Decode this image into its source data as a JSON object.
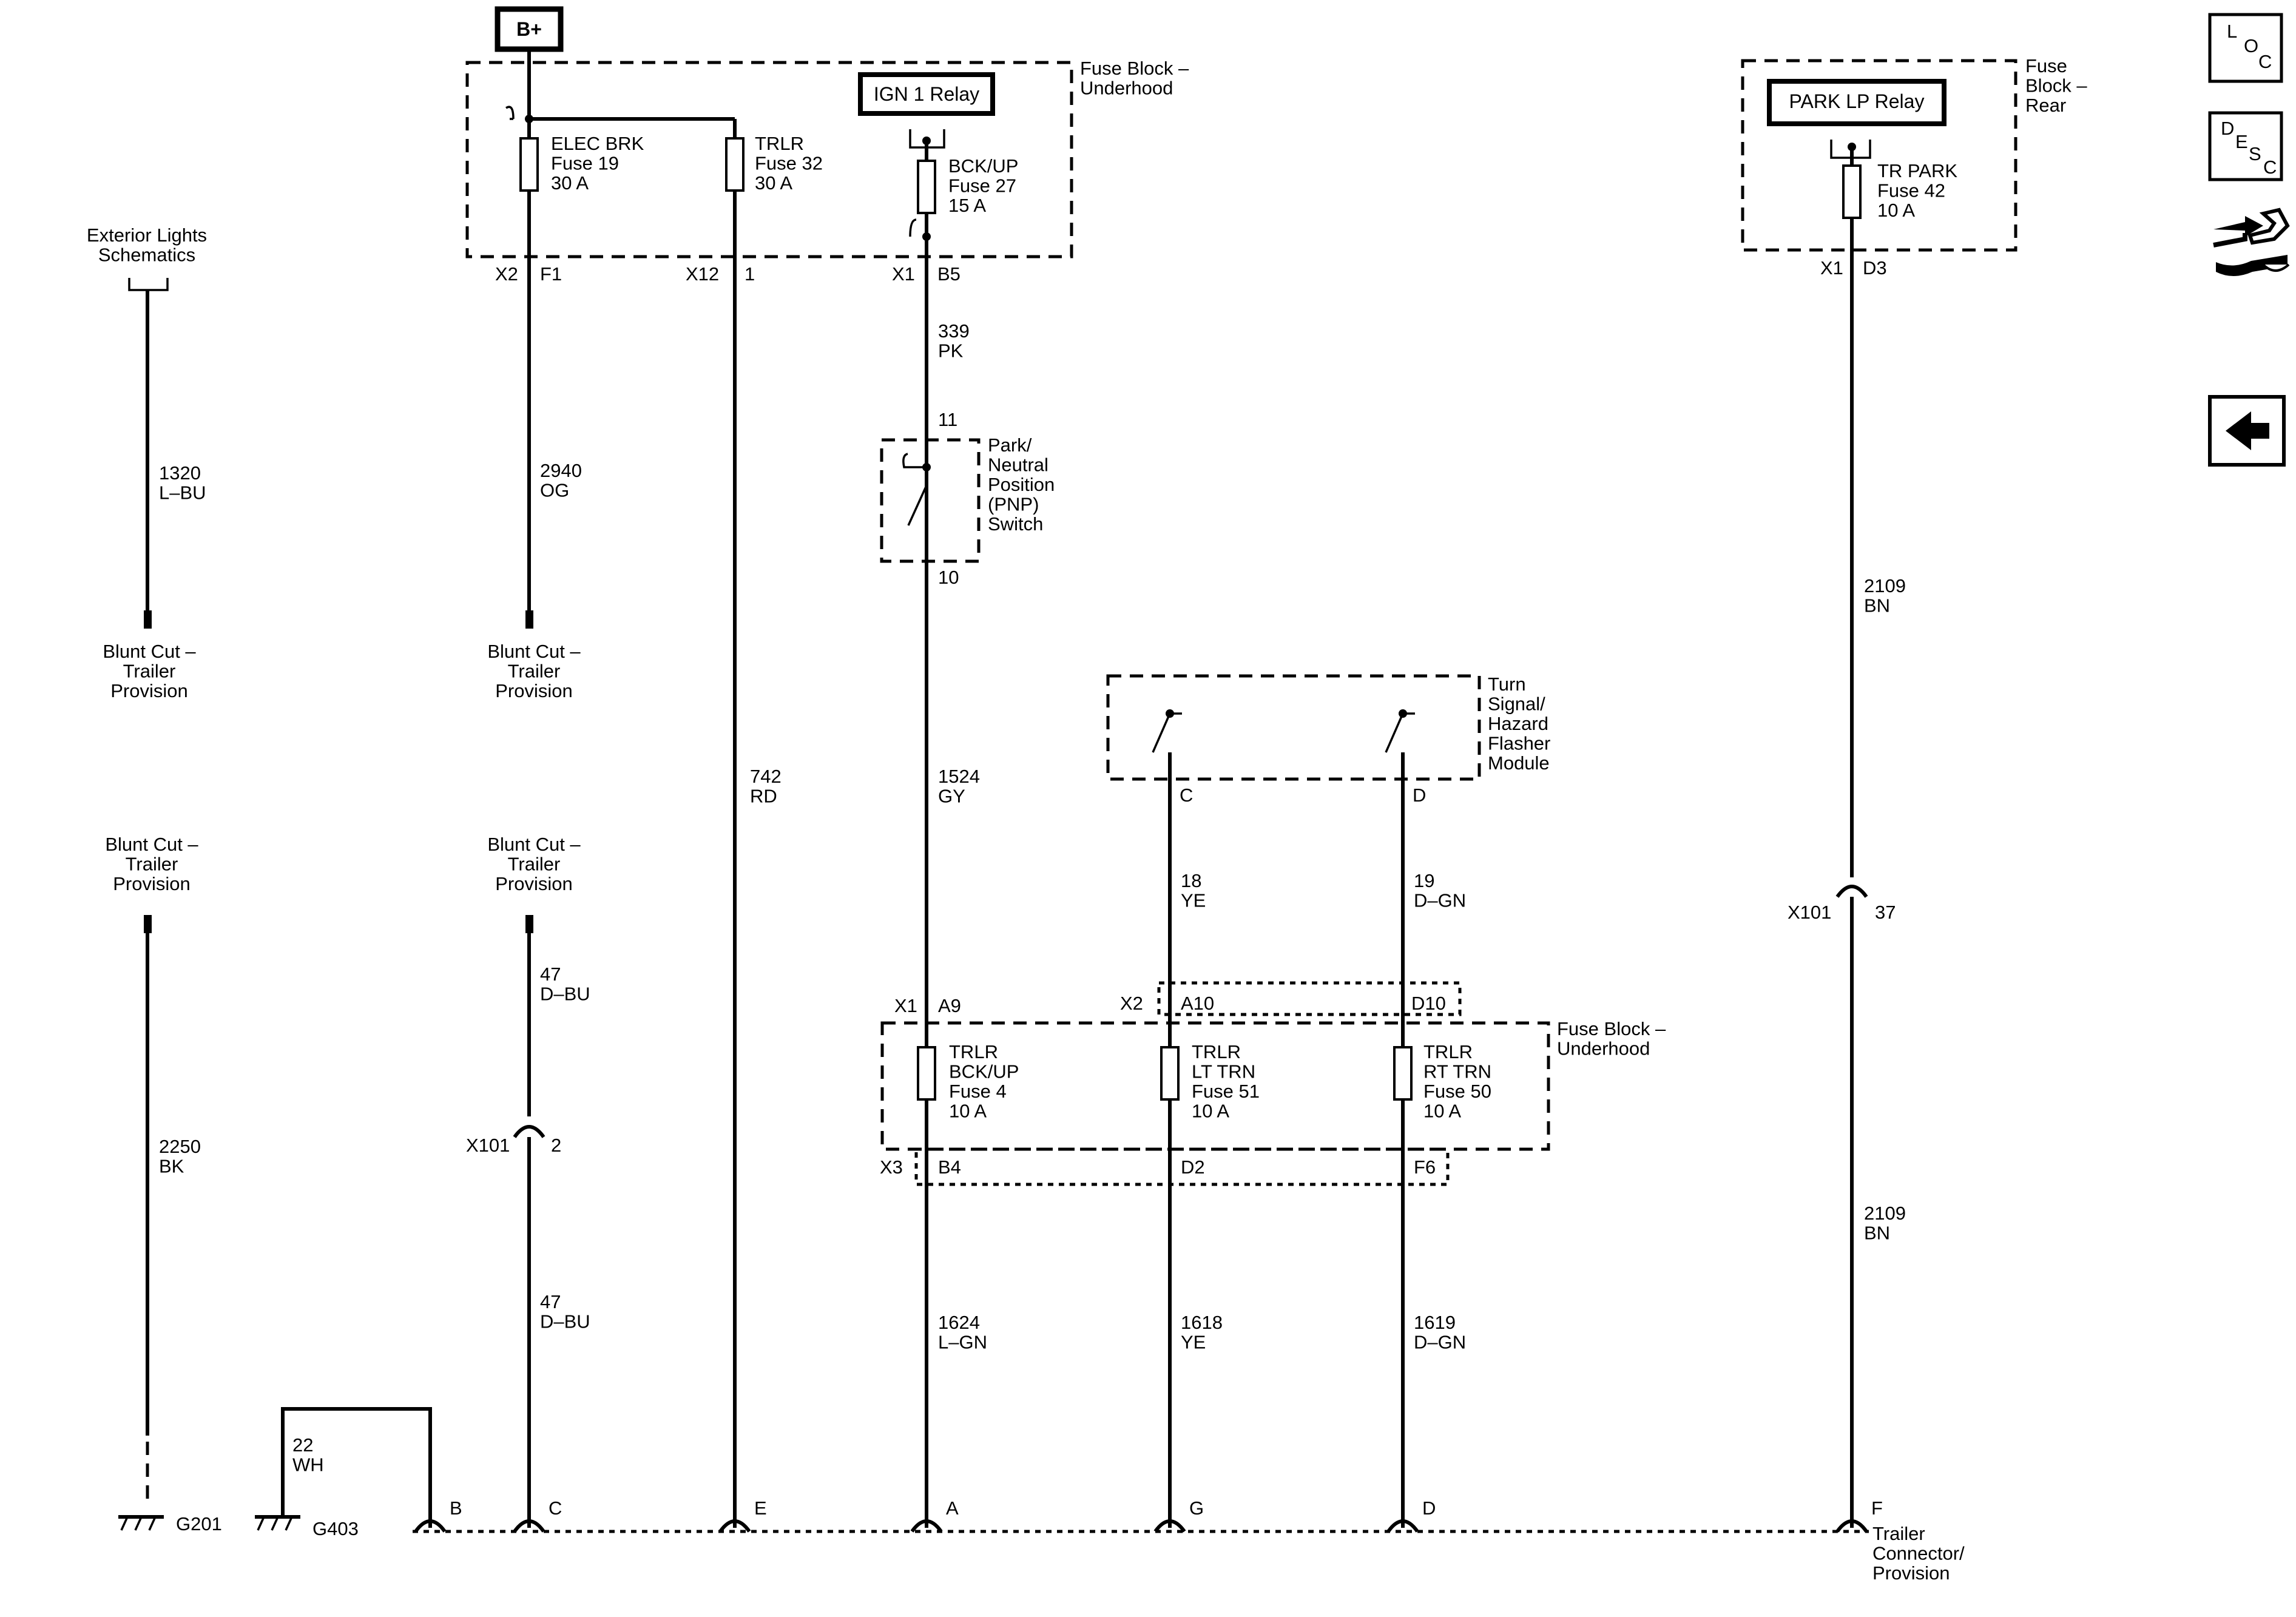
{
  "labels": {
    "b_plus": "B+",
    "fuse_block_underhood": "Fuse Block –|Underhood",
    "fuse_block_rear": "Fuse|Block –|Rear",
    "ign1_relay": "IGN 1 Relay",
    "park_lp_relay": "PARK LP Relay",
    "exterior_lights": "Exterior Lights|Schematics",
    "blunt_cut": "Blunt Cut –|Trailer|Provision",
    "pnp_switch": "Park/|Neutral|Position|(PNP)|Switch",
    "turn_signal_module": "Turn|Signal/|Hazard|Flasher|Module",
    "trailer_connector": "Trailer|Connector/|Provision"
  },
  "fuses": {
    "elec_brk": "ELEC BRK|Fuse 19|30 A",
    "trlr_32": "TRLR|Fuse 32|30 A",
    "bck_up_27": "BCK/UP|Fuse 27|15 A",
    "tr_park_42": "TR PARK|Fuse 42|10 A",
    "trlr_bck_up_4": "TRLR|BCK/UP|Fuse 4|10 A",
    "trlr_lt_trn_51": "TRLR|LT TRN|Fuse 51|10 A",
    "trlr_rt_trn_50": "TRLR|RT TRN|Fuse 50|10 A"
  },
  "connectors": {
    "x2": "X2",
    "f1": "F1",
    "x12": "X12",
    "c1": "1",
    "x1": "X1",
    "b5": "B5",
    "d3": "D3",
    "a9": "A9",
    "a10": "A10",
    "d10": "D10",
    "x3": "X3",
    "b4": "B4",
    "d2": "D2",
    "f6": "F6",
    "x101": "X101",
    "p2": "2",
    "p37": "37",
    "p11": "11",
    "p10": "10",
    "c": "C",
    "d": "D"
  },
  "wires": {
    "w1320": "1320|L–BU",
    "w2940": "2940|OG",
    "w742": "742|RD",
    "w339": "339|PK",
    "w1524": "1524|GY",
    "w2109a": "2109|BN",
    "w18": "18|YE",
    "w19": "19|D–GN",
    "w47a": "47|D–BU",
    "w47b": "47|D–BU",
    "w2250": "2250|BK",
    "w22": "22|WH",
    "w1624": "1624|L–GN",
    "w1618": "1618|YE",
    "w1619": "1619|D–GN",
    "w2109b": "2109|BN"
  },
  "grounds": {
    "g201": "G201",
    "g403": "G403"
  },
  "trailer_pins": [
    "B",
    "C",
    "E",
    "A",
    "G",
    "D",
    "F"
  ],
  "nav": {
    "loc": [
      "L",
      "O",
      "C"
    ],
    "desc": [
      "D",
      "E",
      "S",
      "C"
    ]
  }
}
